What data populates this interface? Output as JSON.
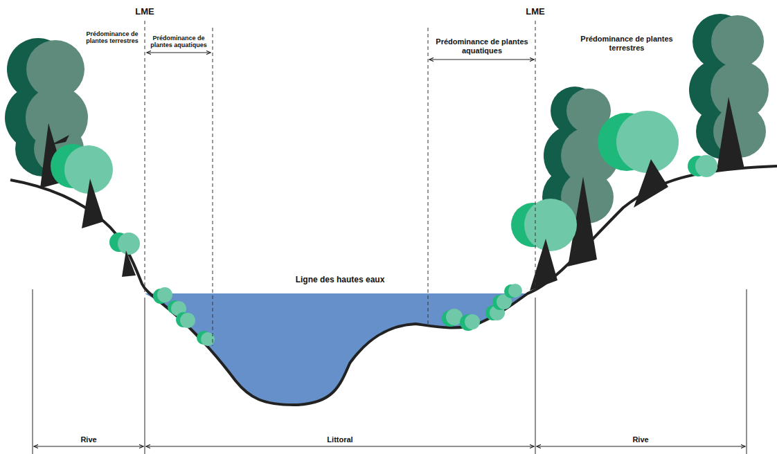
{
  "diagram": {
    "labels": [
      "LME",
      "Prédominance de plantes terrestres",
      "Prédominance de plantes aquatiques",
      "LME",
      "Prédominance de plantes aquatiques",
      "Prédominance de plantes terrestres",
      "Ligne des hautes eaux",
      "Rive",
      "Littoral",
      "Rive"
    ]
  }
}
